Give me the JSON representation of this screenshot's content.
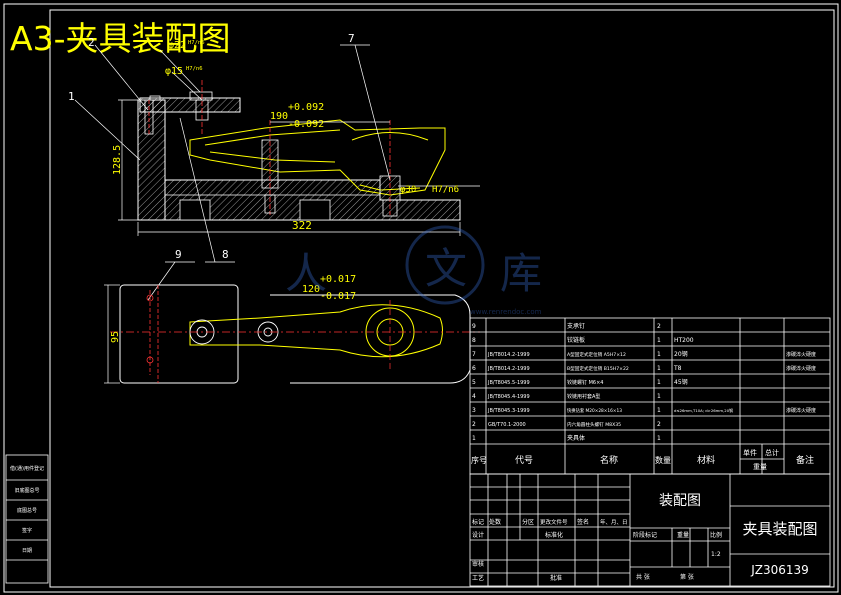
{
  "title": "A3-夹具装配图",
  "callouts": {
    "c1": "1",
    "c2": "2",
    "c7": "7",
    "c8": "8",
    "c9": "9"
  },
  "dims": {
    "phi22": "φ22",
    "phi22_fit": "H7/n6",
    "phi15": "φ15",
    "phi15_fit": "H7/n6",
    "d190": "190",
    "d190_tol_up": "+0.092",
    "d190_tol_lo": "-0.092",
    "h128": "128.5",
    "w322": "322",
    "phi30": "φ30",
    "phi30_fit": "H7/n6",
    "d120": "120",
    "d120_tol_up": "+0.017",
    "d120_tol_lo": "-0.017",
    "h95": "95"
  },
  "watermark": {
    "a": "人",
    "b": "文",
    "c": "库",
    "url": "www.renrendoc.com"
  },
  "bom": {
    "rows": [
      {
        "no": "9",
        "code": "",
        "name": "支承钉",
        "qty": "2",
        "mat": "",
        "note": ""
      },
      {
        "no": "8",
        "code": "",
        "name": "铰链板",
        "qty": "1",
        "mat": "HT200",
        "note": ""
      },
      {
        "no": "7",
        "code": "JB/T8014.2-1999",
        "name": "A型固定式定位销 A5H7×12",
        "qty": "1",
        "mat": "20钢",
        "note": "渗碳淬火硬度"
      },
      {
        "no": "6",
        "code": "JB/T8014.2-1999",
        "name": "B型固定式定位销 B15H7×22",
        "qty": "1",
        "mat": "T8",
        "note": "渗碳淬火硬度"
      },
      {
        "no": "5",
        "code": "JB/T8045.5-1999",
        "name": "铰链螺钉 M6×4",
        "qty": "1",
        "mat": "45钢",
        "note": ""
      },
      {
        "no": "4",
        "code": "JB/T8045.4-1999",
        "name": "铰链用衬套A型",
        "qty": "1",
        "mat": "",
        "note": ""
      },
      {
        "no": "3",
        "code": "JB/T8045.3-1999",
        "name": "快换钻套 M20×28×16×13",
        "qty": "1",
        "mat": "d≤26mm,T10A; d>26mm,20钢",
        "note": "渗碳淬火硬度"
      },
      {
        "no": "2",
        "code": "GB/T70.1-2000",
        "name": "内六角圆柱头螺钉 M8X35",
        "qty": "2",
        "mat": "",
        "note": ""
      },
      {
        "no": "1",
        "code": "",
        "name": "夹具体",
        "qty": "1",
        "mat": "",
        "note": ""
      }
    ],
    "header": {
      "no": "序号",
      "code": "代号",
      "name": "名称",
      "qty": "数量",
      "mat": "材料",
      "unit": "单件",
      "total": "总计",
      "weight": "重量",
      "note": "备注"
    }
  },
  "titleblock": {
    "center": "装配图",
    "right": "夹具装配图",
    "code": "JZ306139",
    "labels": {
      "mark": "标记",
      "count": "处数",
      "zone": "分区",
      "doc": "更改文件号",
      "sign": "签名",
      "date": "年、月、日",
      "design": "设计",
      "std": "标准化",
      "review": "审核",
      "process": "工艺",
      "approve": "批准",
      "stage": "阶段标记",
      "weight": "重量",
      "scale": "比例",
      "scale_val": "1:2",
      "sheets": "共 张",
      "sheet": "第 张"
    }
  },
  "side_strip": [
    "借(通)用件登记",
    "旧底图总号",
    "底图总号",
    "签字",
    "日期"
  ]
}
